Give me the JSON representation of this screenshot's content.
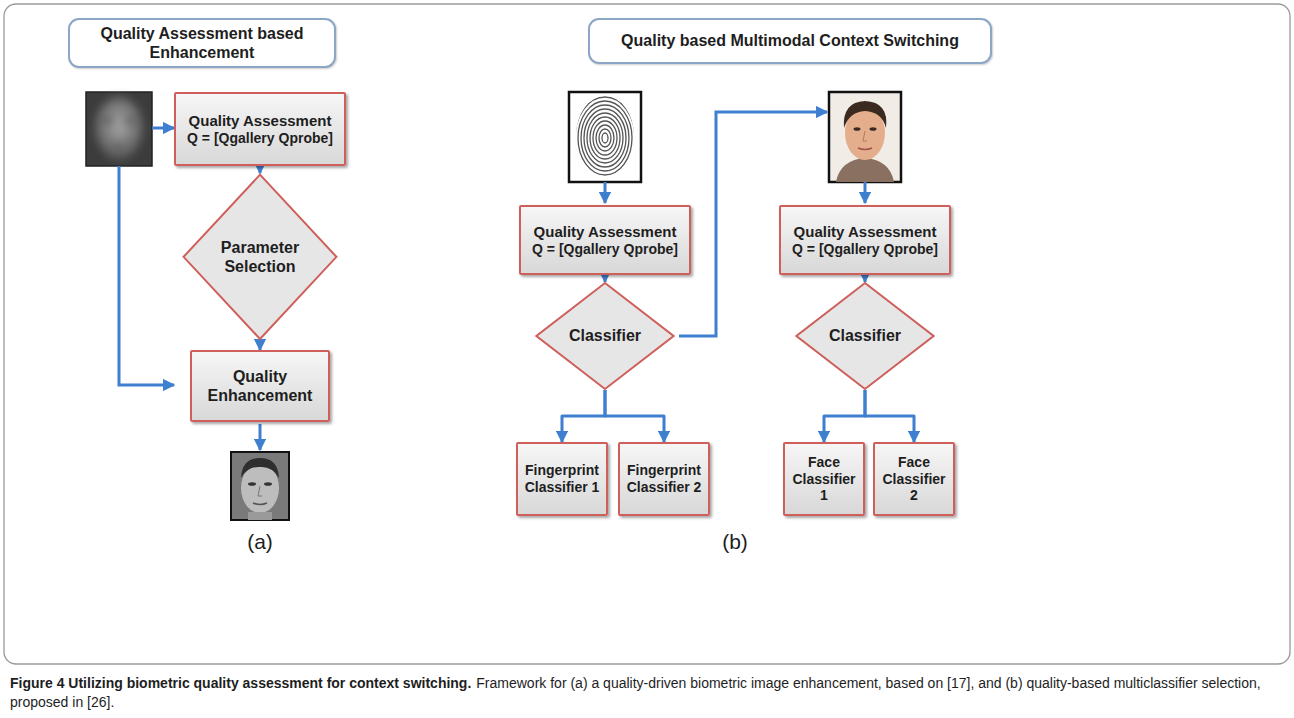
{
  "diagram": {
    "title": "Figure 4 Utilizing biometric quality assessment for context switching.",
    "caption": "Framework for (a) a quality-driven biometric image enhancement, based on [17], and (b) quality-based multiclassifier selection, proposed in [26].",
    "nodes": [
      {
        "text": [
          "Quality Assessment based Enhancement"
        ]
      },
      {
        "text": [
          "Quality based Multimodal Context Switching"
        ]
      },
      {
        "text": [
          "Quality Assessment",
          "Q = [Qgallery Qprobe]"
        ]
      },
      {
        "text": [
          "Parameter Selection"
        ]
      },
      {
        "text": [
          "Quality Enhancement"
        ]
      },
      {
        "text": [
          "Quality Assessment",
          "Q = [Qgallery Qprobe]"
        ]
      },
      {
        "text": [
          "Classifier"
        ]
      },
      {
        "text": [
          "Fingerprint Classifier 1"
        ]
      },
      {
        "text": [
          "Fingerprint Classifier 2"
        ]
      },
      {
        "text": [
          "Quality Assessment",
          "Q = [Qgallery Qprobe]"
        ]
      },
      {
        "text": [
          "Classifier"
        ]
      },
      {
        "text": [
          "Face Classifier 1"
        ]
      },
      {
        "text": [
          "Face Classifier 2"
        ]
      }
    ],
    "edges": [
      {
        "from": 2,
        "to": 3,
        "arrow": "to"
      },
      {
        "from": 3,
        "to": 4,
        "arrow": "to"
      },
      {
        "from": 5,
        "to": 6,
        "arrow": "to"
      },
      {
        "from": 6,
        "to": 7,
        "arrow": "to"
      },
      {
        "from": 6,
        "to": 8,
        "arrow": "to"
      },
      {
        "from": 9,
        "to": 10,
        "arrow": "to"
      },
      {
        "from": 10,
        "to": 11,
        "arrow": "to"
      },
      {
        "from": 10,
        "to": 12,
        "arrow": "to"
      }
    ],
    "labels": [
      "(a)",
      "(b)"
    ]
  }
}
